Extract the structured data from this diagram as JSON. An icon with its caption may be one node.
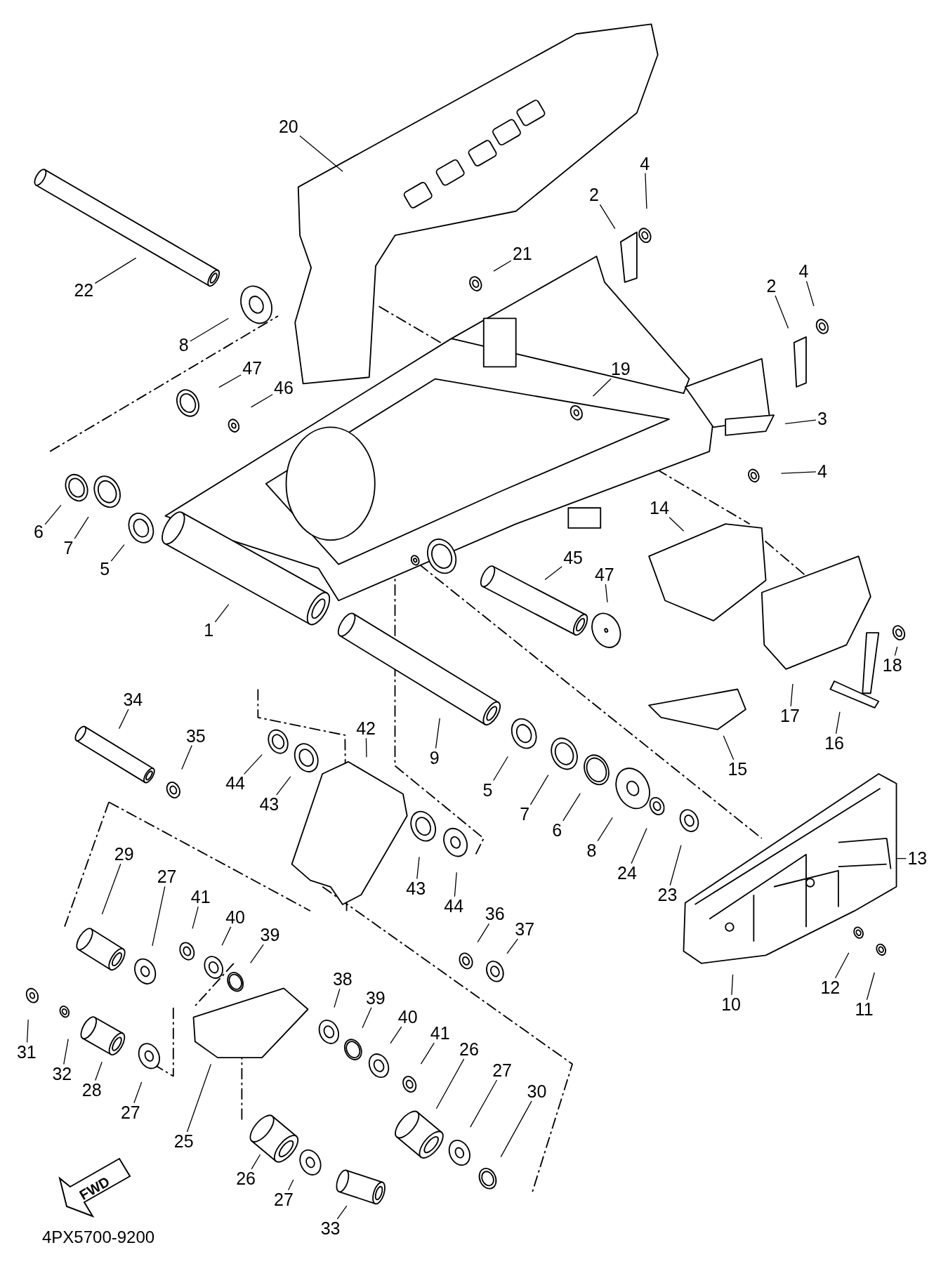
{
  "diagram": {
    "nodes": [
      {
        "text": [
          "20"
        ]
      },
      {
        "text": [
          "4"
        ]
      },
      {
        "text": [
          "2"
        ]
      },
      {
        "text": [
          "21"
        ]
      },
      {
        "text": [
          "22"
        ]
      },
      {
        "text": [
          "8"
        ]
      },
      {
        "text": [
          "2"
        ]
      },
      {
        "text": [
          "4"
        ]
      },
      {
        "text": [
          "47"
        ]
      },
      {
        "text": [
          "46"
        ]
      },
      {
        "text": [
          "19"
        ]
      },
      {
        "text": [
          "3"
        ]
      },
      {
        "text": [
          "4"
        ]
      },
      {
        "text": [
          "6"
        ]
      },
      {
        "text": [
          "7"
        ]
      },
      {
        "text": [
          "5"
        ]
      },
      {
        "text": [
          "14"
        ]
      },
      {
        "text": [
          "45"
        ]
      },
      {
        "text": [
          "47"
        ]
      },
      {
        "text": [
          "1"
        ]
      },
      {
        "text": [
          "18"
        ]
      },
      {
        "text": [
          "17"
        ]
      },
      {
        "text": [
          "16"
        ]
      },
      {
        "text": [
          "15"
        ]
      },
      {
        "text": [
          "34"
        ]
      },
      {
        "text": [
          "35"
        ]
      },
      {
        "text": [
          "42"
        ]
      },
      {
        "text": [
          "9"
        ]
      },
      {
        "text": [
          "44"
        ]
      },
      {
        "text": [
          "43"
        ]
      },
      {
        "text": [
          "5"
        ]
      },
      {
        "text": [
          "7"
        ]
      },
      {
        "text": [
          "6"
        ]
      },
      {
        "text": [
          "8"
        ]
      },
      {
        "text": [
          "24"
        ]
      },
      {
        "text": [
          "23"
        ]
      },
      {
        "text": [
          "13"
        ]
      },
      {
        "text": [
          "29"
        ]
      },
      {
        "text": [
          "27"
        ]
      },
      {
        "text": [
          "41"
        ]
      },
      {
        "text": [
          "40"
        ]
      },
      {
        "text": [
          "39"
        ]
      },
      {
        "text": [
          "43"
        ]
      },
      {
        "text": [
          "44"
        ]
      },
      {
        "text": [
          "36"
        ]
      },
      {
        "text": [
          "37"
        ]
      },
      {
        "text": [
          "38"
        ]
      },
      {
        "text": [
          "39"
        ]
      },
      {
        "text": [
          "40"
        ]
      },
      {
        "text": [
          "41"
        ]
      },
      {
        "text": [
          "26"
        ]
      },
      {
        "text": [
          "27"
        ]
      },
      {
        "text": [
          "30"
        ]
      },
      {
        "text": [
          "31"
        ]
      },
      {
        "text": [
          "32"
        ]
      },
      {
        "text": [
          "28"
        ]
      },
      {
        "text": [
          "27"
        ]
      },
      {
        "text": [
          "25"
        ]
      },
      {
        "text": [
          "26"
        ]
      },
      {
        "text": [
          "27"
        ]
      },
      {
        "text": [
          "33"
        ]
      },
      {
        "text": [
          "10"
        ]
      },
      {
        "text": [
          "12"
        ]
      },
      {
        "text": [
          "11"
        ]
      }
    ],
    "edges": [
      {
        "from": 0,
        "to": null,
        "arrow": "none"
      },
      {
        "from": 1,
        "to": null,
        "arrow": "none"
      },
      {
        "from": 2,
        "to": null,
        "arrow": "none"
      },
      {
        "from": 3,
        "to": null,
        "arrow": "none"
      },
      {
        "from": 4,
        "to": null,
        "arrow": "none"
      },
      {
        "from": 5,
        "to": null,
        "arrow": "none"
      },
      {
        "from": 6,
        "to": null,
        "arrow": "none"
      },
      {
        "from": 7,
        "to": null,
        "arrow": "none"
      },
      {
        "from": 8,
        "to": null,
        "arrow": "none"
      },
      {
        "from": 9,
        "to": null,
        "arrow": "none"
      },
      {
        "from": 10,
        "to": null,
        "arrow": "none"
      },
      {
        "from": 11,
        "to": null,
        "arrow": "none"
      },
      {
        "from": 12,
        "to": null,
        "arrow": "none"
      },
      {
        "from": 13,
        "to": null,
        "arrow": "none"
      },
      {
        "from": 14,
        "to": null,
        "arrow": "none"
      },
      {
        "from": 15,
        "to": null,
        "arrow": "none"
      },
      {
        "from": 16,
        "to": null,
        "arrow": "none"
      },
      {
        "from": 17,
        "to": null,
        "arrow": "none"
      },
      {
        "from": 18,
        "to": null,
        "arrow": "none"
      },
      {
        "from": 19,
        "to": null,
        "arrow": "none"
      },
      {
        "from": 20,
        "to": null,
        "arrow": "none"
      },
      {
        "from": 21,
        "to": null,
        "arrow": "none"
      },
      {
        "from": 22,
        "to": null,
        "arrow": "none"
      },
      {
        "from": 23,
        "to": null,
        "arrow": "none"
      },
      {
        "from": 24,
        "to": null,
        "arrow": "none"
      },
      {
        "from": 25,
        "to": null,
        "arrow": "none"
      },
      {
        "from": 26,
        "to": null,
        "arrow": "none"
      },
      {
        "from": 27,
        "to": null,
        "arrow": "none"
      },
      {
        "from": 28,
        "to": null,
        "arrow": "none"
      },
      {
        "from": 29,
        "to": null,
        "arrow": "none"
      },
      {
        "from": 30,
        "to": null,
        "arrow": "none"
      },
      {
        "from": 31,
        "to": null,
        "arrow": "none"
      },
      {
        "from": 32,
        "to": null,
        "arrow": "none"
      },
      {
        "from": 33,
        "to": null,
        "arrow": "none"
      },
      {
        "from": 34,
        "to": null,
        "arrow": "none"
      },
      {
        "from": 35,
        "to": null,
        "arrow": "none"
      },
      {
        "from": 36,
        "to": null,
        "arrow": "none"
      },
      {
        "from": 37,
        "to": null,
        "arrow": "none"
      },
      {
        "from": 38,
        "to": null,
        "arrow": "none"
      },
      {
        "from": 39,
        "to": null,
        "arrow": "none"
      },
      {
        "from": 40,
        "to": null,
        "arrow": "none"
      },
      {
        "from": 41,
        "to": null,
        "arrow": "none"
      },
      {
        "from": 42,
        "to": null,
        "arrow": "none"
      },
      {
        "from": 43,
        "to": null,
        "arrow": "none"
      },
      {
        "from": 44,
        "to": null,
        "arrow": "none"
      },
      {
        "from": 45,
        "to": null,
        "arrow": "none"
      },
      {
        "from": 46,
        "to": null,
        "arrow": "none"
      },
      {
        "from": 47,
        "to": null,
        "arrow": "none"
      },
      {
        "from": 48,
        "to": null,
        "arrow": "none"
      },
      {
        "from": 49,
        "to": null,
        "arrow": "none"
      },
      {
        "from": 50,
        "to": null,
        "arrow": "none"
      },
      {
        "from": 51,
        "to": null,
        "arrow": "none"
      },
      {
        "from": 52,
        "to": null,
        "arrow": "none"
      },
      {
        "from": 53,
        "to": null,
        "arrow": "none"
      },
      {
        "from": 54,
        "to": null,
        "arrow": "none"
      },
      {
        "from": 55,
        "to": null,
        "arrow": "none"
      },
      {
        "from": 56,
        "to": null,
        "arrow": "none"
      },
      {
        "from": 57,
        "to": null,
        "arrow": "none"
      },
      {
        "from": 58,
        "to": null,
        "arrow": "none"
      },
      {
        "from": 59,
        "to": null,
        "arrow": "none"
      },
      {
        "from": 60,
        "to": null,
        "arrow": "none"
      },
      {
        "from": 61,
        "to": null,
        "arrow": "none"
      },
      {
        "from": 62,
        "to": null,
        "arrow": "none"
      },
      {
        "from": 63,
        "to": null,
        "arrow": "none"
      }
    ],
    "labels": [
      "FWD",
      "4PX5700-9200"
    ]
  }
}
